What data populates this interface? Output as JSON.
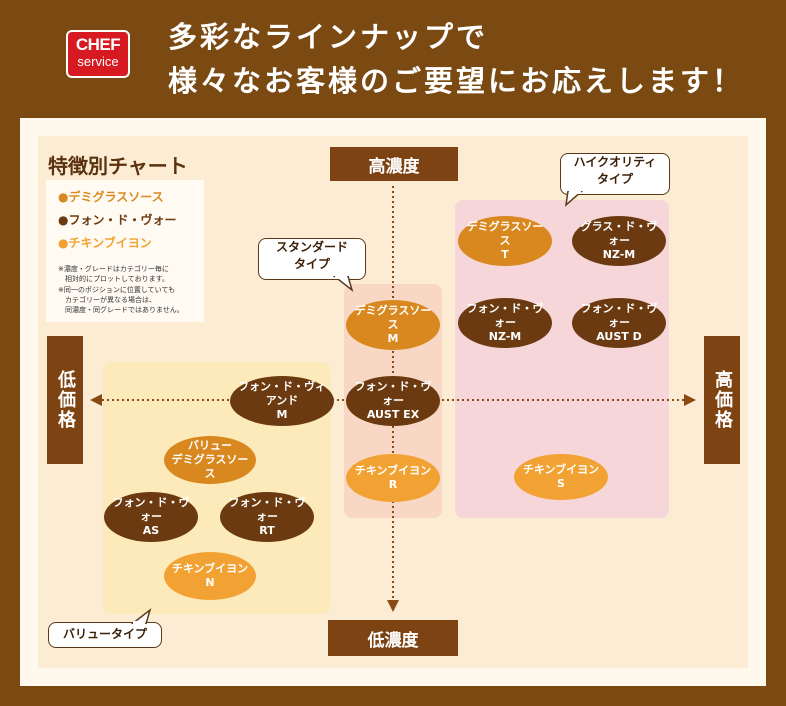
{
  "header": {
    "logo_line1": "CHEF",
    "logo_line2": "service",
    "headline_line1": "多彩なラインナップで",
    "headline_line2": "様々なお客様のご要望にお応えします！"
  },
  "legend": {
    "title": "特徴別チャート",
    "items": [
      {
        "label": "●デミグラスソース",
        "color": "#d98820"
      },
      {
        "label": "●フォン・ド・ヴォー",
        "color": "#6b3a10"
      },
      {
        "label": "●チキンブイヨン",
        "color": "#f2a233"
      }
    ],
    "notes": [
      "※濃度・グレードはカテゴリー毎に",
      "　相対的にプロットしております。",
      "※同一のポジションに位置していても",
      "　カテゴリーが異なる場合は、",
      "　同濃度・同グレードではありません。"
    ]
  },
  "axes": {
    "top": "高濃度",
    "bottom": "低濃度",
    "left": "低価格",
    "right": "高価格"
  },
  "callouts": {
    "high_quality": [
      "ハイクオリティ",
      "タイプ"
    ],
    "standard": [
      "スタンダード",
      "タイプ"
    ],
    "value": [
      "バリュータイプ"
    ]
  },
  "products": [
    {
      "id": "demi-t",
      "line1": "デミグラスソース",
      "line2": "T",
      "kind": "demi"
    },
    {
      "id": "gras-nz-m",
      "line1": "グラス・ド・ヴォー",
      "line2": "NZ-M",
      "kind": "fond"
    },
    {
      "id": "fond-nz-m",
      "line1": "フォン・ド・ヴォー",
      "line2": "NZ-M",
      "kind": "fond"
    },
    {
      "id": "fond-aust-d",
      "line1": "フォン・ド・ヴォー",
      "line2": "AUST D",
      "kind": "fond"
    },
    {
      "id": "chicken-s",
      "line1": "チキンブイヨン",
      "line2": "S",
      "kind": "chicken"
    },
    {
      "id": "demi-m",
      "line1": "デミグラスソース",
      "line2": "M",
      "kind": "demi"
    },
    {
      "id": "fond-aust-ex",
      "line1": "フォン・ド・ヴォー",
      "line2": "AUST EX",
      "kind": "fond"
    },
    {
      "id": "chicken-r",
      "line1": "チキンブイヨン",
      "line2": "R",
      "kind": "chicken"
    },
    {
      "id": "fond-vianndo-m",
      "line1": "フォン・ド・ヴィアンド",
      "line2": "M",
      "kind": "fond"
    },
    {
      "id": "value-demi",
      "line1": "バリュー",
      "line2": "デミグラスソース",
      "kind": "demi"
    },
    {
      "id": "fond-as",
      "line1": "フォン・ド・ヴォー",
      "line2": "AS",
      "kind": "fond"
    },
    {
      "id": "fond-rt",
      "line1": "フォン・ド・ヴォー",
      "line2": "RT",
      "kind": "fond"
    },
    {
      "id": "chicken-n",
      "line1": "チキンブイヨン",
      "line2": "N",
      "kind": "chicken"
    }
  ],
  "colors": {
    "demi": "#d98820",
    "fond": "#6b3a10",
    "chicken": "#f2a233",
    "axis_box": "#7d4312",
    "frame": "#7a4a12"
  }
}
